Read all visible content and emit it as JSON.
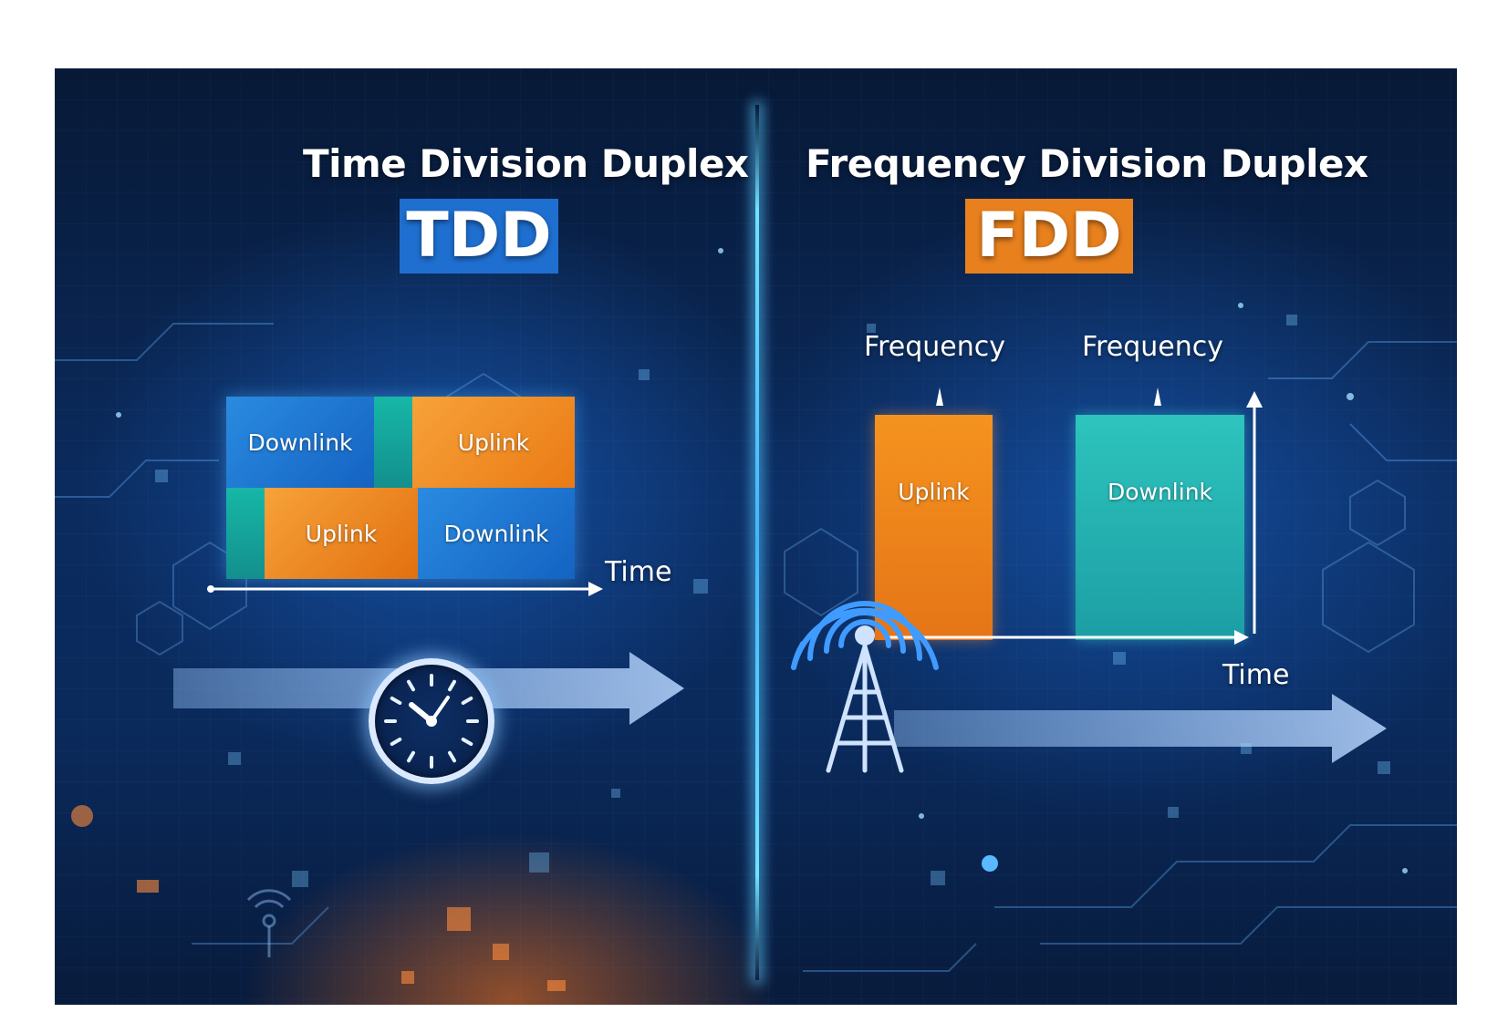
{
  "tdd": {
    "title": "Time Division Duplex",
    "badge": "TDD",
    "badge_color": "#1f6fd0",
    "blocks": {
      "downlink_top": "Downlink",
      "uplink_top": "Uplink",
      "uplink_bottom": "Uplink",
      "downlink_bottom": "Downlink"
    },
    "axis_label": "Time"
  },
  "fdd": {
    "title": "Frequency Division Duplex",
    "badge": "FDD",
    "badge_color": "#e8801e",
    "freq_label_left": "Frequency",
    "freq_label_right": "Frequency",
    "uplink": "Uplink",
    "downlink": "Downlink",
    "axis_label": "Time"
  },
  "colors": {
    "uplink": "#f08a1e",
    "downlink": "#1f7ad6",
    "fdd_downlink": "#27b3b0",
    "accent": "#5cc8ff"
  },
  "icons": [
    "clock-icon",
    "cell-tower-icon",
    "signal-waves-icon"
  ]
}
